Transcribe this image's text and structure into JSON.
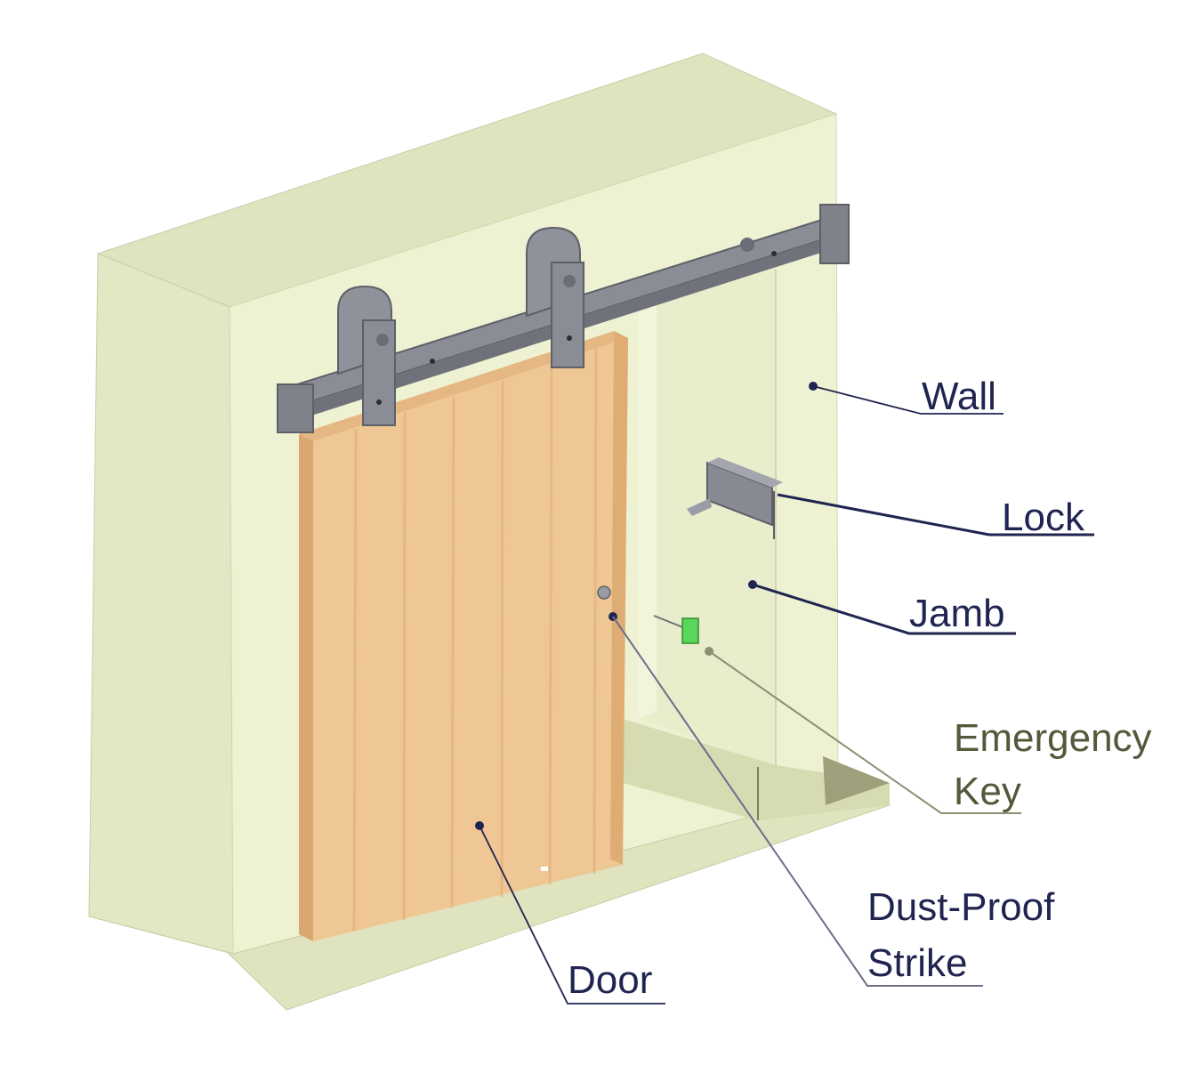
{
  "labels": {
    "wall": "Wall",
    "lock": "Lock",
    "jamb": "Jamb",
    "emergency_key_line1": "Emergency",
    "emergency_key_line2": "Key",
    "dust_proof_strike_line1": "Dust-Proof",
    "dust_proof_strike_line2": "Strike",
    "door": "Door"
  },
  "colors": {
    "wall_front": "#eef2d2",
    "wall_top": "#dfe4bf",
    "wall_side": "#e3e8c6",
    "opening_back": "#e8ecca",
    "floor": "#d6dbb2",
    "floor_shadow": "#9da07a",
    "door_face": "#efc795",
    "door_grain": "#e2b27a",
    "door_edge": "#d9a770",
    "rail": "#8a8d96",
    "rail_dark": "#5e6068",
    "lock_body": "#878a92",
    "emergency_key": "#5ad65a",
    "label_navy": "#1f2550",
    "label_olive": "#55583a",
    "leader_olive": "#8c8f72"
  }
}
